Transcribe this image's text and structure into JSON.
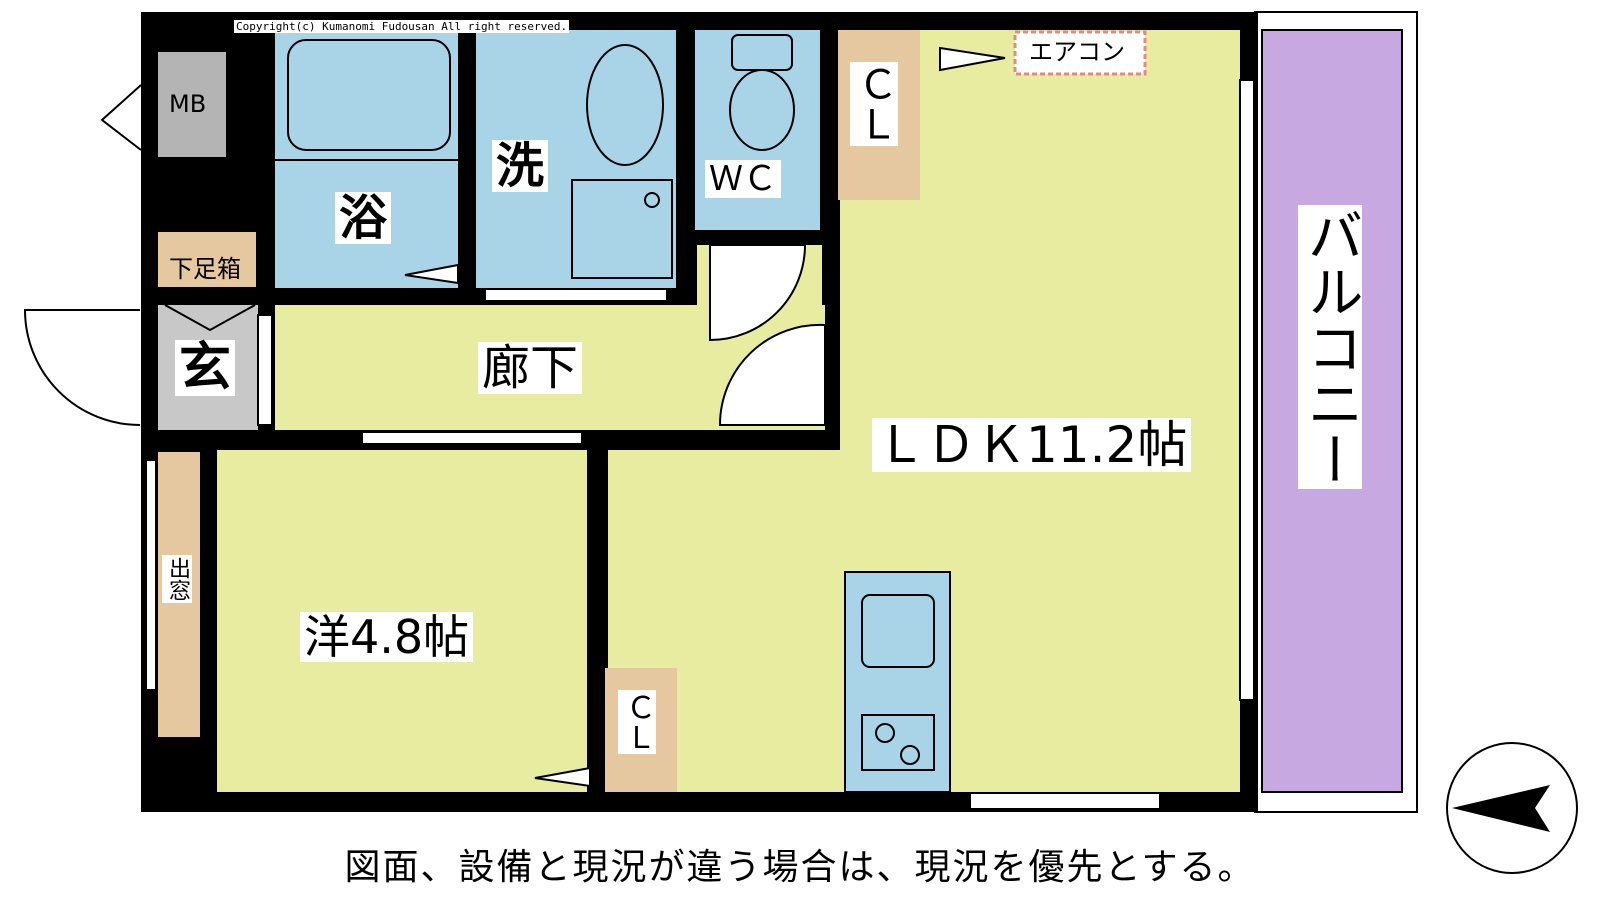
{
  "copyright": "Copyright(c) Kumanomi Fudousan All right reserved.",
  "rooms": {
    "meter_box": "MB",
    "bath": "浴",
    "washroom": "洗",
    "toilet": "ＷＣ",
    "closet_top": "ＣＬ",
    "air_conditioner": "エアコン",
    "shoe_box": "下足箱",
    "entrance": "玄",
    "hallway": "廊下",
    "ldk": "ＬＤＫ11.2帖",
    "western_room": "洋4.8帖",
    "closet_bottom": "ＣＬ",
    "bay_window": "出窓",
    "balcony": "バルコニー"
  },
  "note": "図面、設備と現況が違う場合は、現況を優先とする。",
  "colors": {
    "wall": "#000000",
    "wet_area": "#a9d4e8",
    "room": "#e8eca0",
    "closet": "#e6c8a0",
    "entrance": "#c8c8c8",
    "meter_box": "#b4b4b4",
    "balcony": "#c8a8e0",
    "air_conditioner_border": "#e08a8a"
  }
}
